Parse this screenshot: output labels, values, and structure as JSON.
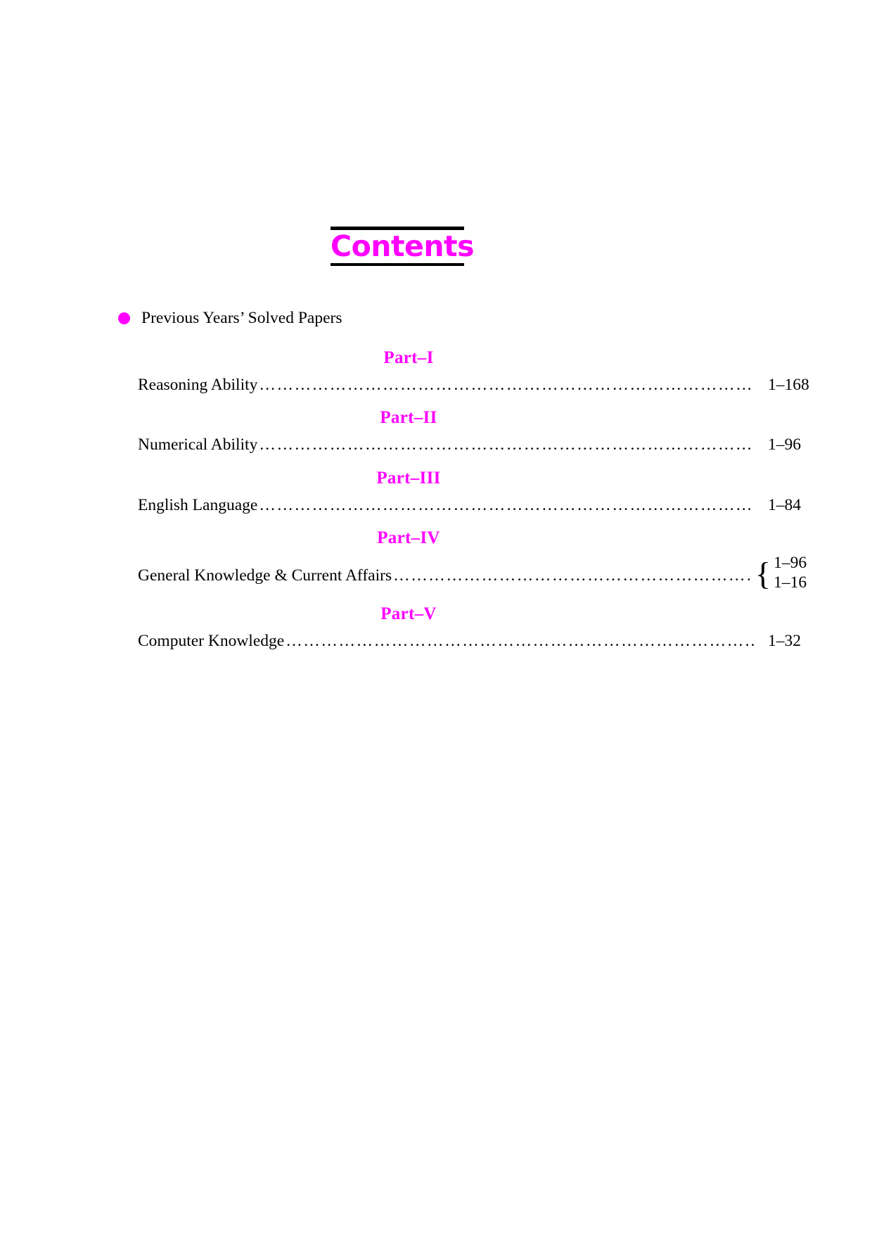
{
  "colors": {
    "accent": "#FF00FF",
    "text": "#000000",
    "background": "#FFFFFF"
  },
  "title": {
    "text": "Contents"
  },
  "header": {
    "bullet_icon": "filled-circle-bullet",
    "label": "Previous Years’ Solved Papers"
  },
  "leader_dots": "……………………………………………………………………………………………………………………………………………………………",
  "parts": [
    {
      "heading": "Part–I",
      "entry_title": "Reasoning Ability",
      "pages": "1–168",
      "pages_list": [
        "1–168"
      ],
      "braced": false
    },
    {
      "heading": "Part–II",
      "entry_title": "Numerical Ability",
      "pages": "1–96",
      "pages_list": [
        "1–96"
      ],
      "braced": false
    },
    {
      "heading": "Part–III",
      "entry_title": "English Language",
      "pages": "1–84",
      "pages_list": [
        "1–84"
      ],
      "braced": false
    },
    {
      "heading": "Part–IV",
      "entry_title": "General Knowledge & Current Affairs",
      "pages": "1–96 / 1–16",
      "pages_list": [
        "1–96",
        "1–16"
      ],
      "braced": true,
      "brace_glyph": "{"
    },
    {
      "heading": "Part–V",
      "entry_title": "Computer Knowledge",
      "pages": "1–32",
      "pages_list": [
        "1–32"
      ],
      "braced": false
    }
  ]
}
